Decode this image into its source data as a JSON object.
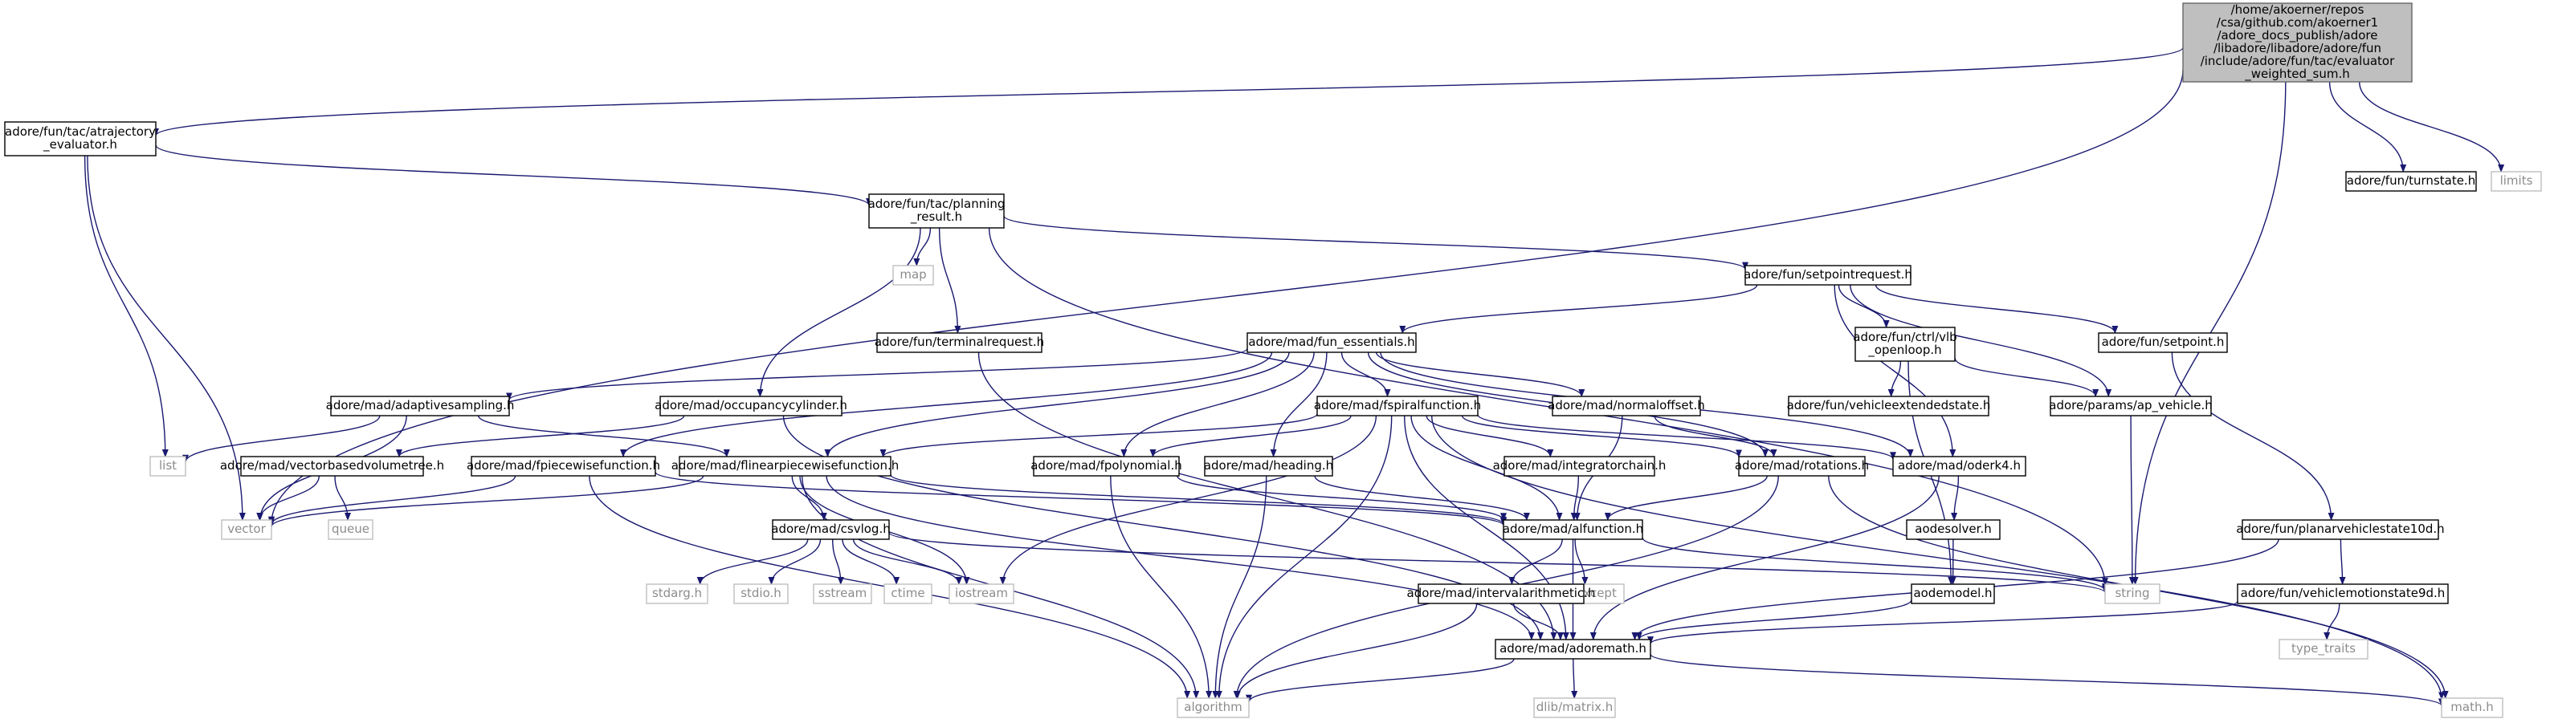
{
  "diagram": {
    "type": "include-dependency-graph",
    "edge_color": "#191970",
    "root_fill": "#bfbfbf",
    "external_border": "#bfbfbf",
    "nodes": {
      "root": {
        "lines": [
          "/home/akoerner/repos",
          "/csa/github.com/akoerner1",
          "/adore_docs_publish/adore",
          "/libadore/libadore/adore/fun",
          "/include/adore/fun/tac/evaluator",
          "_weighted_sum.h"
        ],
        "kind": "root"
      },
      "atraj": {
        "lines": [
          "adore/fun/tac/atrajectory",
          "_evaluator.h"
        ],
        "kind": "file"
      },
      "planres": {
        "lines": [
          "adore/fun/tac/planning",
          "_result.h"
        ],
        "kind": "file"
      },
      "turnstate": {
        "lines": [
          "adore/fun/turnstate.h"
        ],
        "kind": "file"
      },
      "limits": {
        "lines": [
          "limits"
        ],
        "kind": "external"
      },
      "map": {
        "lines": [
          "map"
        ],
        "kind": "external"
      },
      "setpointreq": {
        "lines": [
          "adore/fun/setpointrequest.h"
        ],
        "kind": "file"
      },
      "terminalreq": {
        "lines": [
          "adore/fun/terminalrequest.h"
        ],
        "kind": "file"
      },
      "funess": {
        "lines": [
          "adore/mad/fun_essentials.h"
        ],
        "kind": "file"
      },
      "vlb": {
        "lines": [
          "adore/fun/ctrl/vlb",
          "_openloop.h"
        ],
        "kind": "file"
      },
      "setpoint": {
        "lines": [
          "adore/fun/setpoint.h"
        ],
        "kind": "file"
      },
      "adaptive": {
        "lines": [
          "adore/mad/adaptivesampling.h"
        ],
        "kind": "file"
      },
      "occupancy": {
        "lines": [
          "adore/mad/occupancycylinder.h"
        ],
        "kind": "file"
      },
      "fspiral": {
        "lines": [
          "adore/mad/fspiralfunction.h"
        ],
        "kind": "file"
      },
      "normaloffset": {
        "lines": [
          "adore/mad/normaloffset.h"
        ],
        "kind": "file"
      },
      "vehext": {
        "lines": [
          "adore/fun/vehicleextendedstate.h"
        ],
        "kind": "file"
      },
      "apvehicle": {
        "lines": [
          "adore/params/ap_vehicle.h"
        ],
        "kind": "file"
      },
      "list": {
        "lines": [
          "list"
        ],
        "kind": "external"
      },
      "vectorbvt": {
        "lines": [
          "adore/mad/vectorbasedvolumetree.h"
        ],
        "kind": "file"
      },
      "fpiecewise": {
        "lines": [
          "adore/mad/fpiecewisefunction.h"
        ],
        "kind": "file"
      },
      "flinear": {
        "lines": [
          "adore/mad/flinearpiecewisefunction.h"
        ],
        "kind": "file"
      },
      "fpoly": {
        "lines": [
          "adore/mad/fpolynomial.h"
        ],
        "kind": "file"
      },
      "heading": {
        "lines": [
          "adore/mad/heading.h"
        ],
        "kind": "file"
      },
      "integrator": {
        "lines": [
          "adore/mad/integratorchain.h"
        ],
        "kind": "file"
      },
      "rotations": {
        "lines": [
          "adore/mad/rotations.h"
        ],
        "kind": "file"
      },
      "oderk4": {
        "lines": [
          "adore/mad/oderk4.h"
        ],
        "kind": "file"
      },
      "vector": {
        "lines": [
          "vector"
        ],
        "kind": "external"
      },
      "queue": {
        "lines": [
          "queue"
        ],
        "kind": "external"
      },
      "csvlog": {
        "lines": [
          "adore/mad/csvlog.h"
        ],
        "kind": "file"
      },
      "alfunction": {
        "lines": [
          "adore/mad/alfunction.h"
        ],
        "kind": "file"
      },
      "aodesolver": {
        "lines": [
          "aodesolver.h"
        ],
        "kind": "file"
      },
      "planar10": {
        "lines": [
          "adore/fun/planarvehiclestate10d.h"
        ],
        "kind": "file"
      },
      "stdarg": {
        "lines": [
          "stdarg.h"
        ],
        "kind": "external"
      },
      "stdio": {
        "lines": [
          "stdio.h"
        ],
        "kind": "external"
      },
      "sstream": {
        "lines": [
          "sstream"
        ],
        "kind": "external"
      },
      "ctime": {
        "lines": [
          "ctime"
        ],
        "kind": "external"
      },
      "iostream": {
        "lines": [
          "iostream"
        ],
        "kind": "external"
      },
      "stdexcept": {
        "lines": [
          "stdexcept"
        ],
        "kind": "external"
      },
      "string": {
        "lines": [
          "string"
        ],
        "kind": "external"
      },
      "interval": {
        "lines": [
          "adore/mad/intervalarithmetic.h"
        ],
        "kind": "file"
      },
      "aodemodel": {
        "lines": [
          "aodemodel.h"
        ],
        "kind": "file"
      },
      "vms9d": {
        "lines": [
          "adore/fun/vehiclemotionstate9d.h"
        ],
        "kind": "file"
      },
      "adoremath": {
        "lines": [
          "adore/mad/adoremath.h"
        ],
        "kind": "file"
      },
      "typetraits": {
        "lines": [
          "type_traits"
        ],
        "kind": "external"
      },
      "algorithm": {
        "lines": [
          "algorithm"
        ],
        "kind": "external"
      },
      "dlib": {
        "lines": [
          "dlib/matrix.h"
        ],
        "kind": "external"
      },
      "mathh": {
        "lines": [
          "math.h"
        ],
        "kind": "external"
      }
    },
    "edges": [
      [
        "root",
        "atraj"
      ],
      [
        "root",
        "vector"
      ],
      [
        "root",
        "turnstate"
      ],
      [
        "root",
        "limits"
      ],
      [
        "root",
        "string"
      ],
      [
        "atraj",
        "planres"
      ],
      [
        "atraj",
        "list"
      ],
      [
        "atraj",
        "vector"
      ],
      [
        "planres",
        "map"
      ],
      [
        "planres",
        "terminalreq"
      ],
      [
        "planres",
        "occupancy"
      ],
      [
        "planres",
        "setpointreq"
      ],
      [
        "planres",
        "string"
      ],
      [
        "setpointreq",
        "funess"
      ],
      [
        "setpointreq",
        "vlb"
      ],
      [
        "setpointreq",
        "setpoint"
      ],
      [
        "setpointreq",
        "apvehicle"
      ],
      [
        "setpointreq",
        "oderk4"
      ],
      [
        "terminalreq",
        "adoremath"
      ],
      [
        "funess",
        "adaptive"
      ],
      [
        "funess",
        "fspiral"
      ],
      [
        "funess",
        "normaloffset"
      ],
      [
        "funess",
        "fpiecewise"
      ],
      [
        "funess",
        "flinear"
      ],
      [
        "funess",
        "fpoly"
      ],
      [
        "funess",
        "heading"
      ],
      [
        "funess",
        "rotations"
      ],
      [
        "funess",
        "oderk4"
      ],
      [
        "vlb",
        "vehext"
      ],
      [
        "vlb",
        "apvehicle"
      ],
      [
        "vlb",
        "aodemodel"
      ],
      [
        "setpoint",
        "planar10"
      ],
      [
        "apvehicle",
        "string"
      ],
      [
        "adaptive",
        "list"
      ],
      [
        "adaptive",
        "vector"
      ],
      [
        "adaptive",
        "flinear"
      ],
      [
        "occupancy",
        "vectorbvt"
      ],
      [
        "occupancy",
        "adoremath"
      ],
      [
        "fspiral",
        "flinear"
      ],
      [
        "fspiral",
        "fpoly"
      ],
      [
        "fspiral",
        "integrator"
      ],
      [
        "fspiral",
        "rotations"
      ],
      [
        "fspiral",
        "oderk4"
      ],
      [
        "fspiral",
        "alfunction"
      ],
      [
        "fspiral",
        "adoremath"
      ],
      [
        "fspiral",
        "iostream"
      ],
      [
        "fspiral",
        "algorithm"
      ],
      [
        "fspiral",
        "mathh"
      ],
      [
        "normaloffset",
        "rotations"
      ],
      [
        "normaloffset",
        "alfunction"
      ],
      [
        "vectorbvt",
        "vector"
      ],
      [
        "vectorbvt",
        "queue"
      ],
      [
        "fpiecewise",
        "vector"
      ],
      [
        "fpiecewise",
        "alfunction"
      ],
      [
        "fpiecewise",
        "algorithm"
      ],
      [
        "flinear",
        "vector"
      ],
      [
        "flinear",
        "csvlog"
      ],
      [
        "flinear",
        "alfunction"
      ],
      [
        "flinear",
        "iostream"
      ],
      [
        "flinear",
        "adoremath"
      ],
      [
        "flinear",
        "algorithm"
      ],
      [
        "fpoly",
        "alfunction"
      ],
      [
        "fpoly",
        "algorithm"
      ],
      [
        "heading",
        "alfunction"
      ],
      [
        "heading",
        "algorithm"
      ],
      [
        "integrator",
        "alfunction"
      ],
      [
        "rotations",
        "alfunction"
      ],
      [
        "rotations",
        "mathh"
      ],
      [
        "rotations",
        "algorithm"
      ],
      [
        "oderk4",
        "aodesolver"
      ],
      [
        "oderk4",
        "adoremath"
      ],
      [
        "csvlog",
        "stdarg"
      ],
      [
        "csvlog",
        "stdio"
      ],
      [
        "csvlog",
        "sstream"
      ],
      [
        "csvlog",
        "ctime"
      ],
      [
        "csvlog",
        "iostream"
      ],
      [
        "csvlog",
        "string"
      ],
      [
        "alfunction",
        "interval"
      ],
      [
        "alfunction",
        "stdexcept"
      ],
      [
        "alfunction",
        "adoremath"
      ],
      [
        "alfunction",
        "string"
      ],
      [
        "aodesolver",
        "aodemodel"
      ],
      [
        "planar10",
        "vms9d"
      ],
      [
        "planar10",
        "adoremath"
      ],
      [
        "interval",
        "adoremath"
      ],
      [
        "interval",
        "algorithm"
      ],
      [
        "aodemodel",
        "adoremath"
      ],
      [
        "vms9d",
        "adoremath"
      ],
      [
        "vms9d",
        "typetraits"
      ],
      [
        "adoremath",
        "algorithm"
      ],
      [
        "adoremath",
        "dlib"
      ],
      [
        "adoremath",
        "mathh"
      ]
    ]
  }
}
